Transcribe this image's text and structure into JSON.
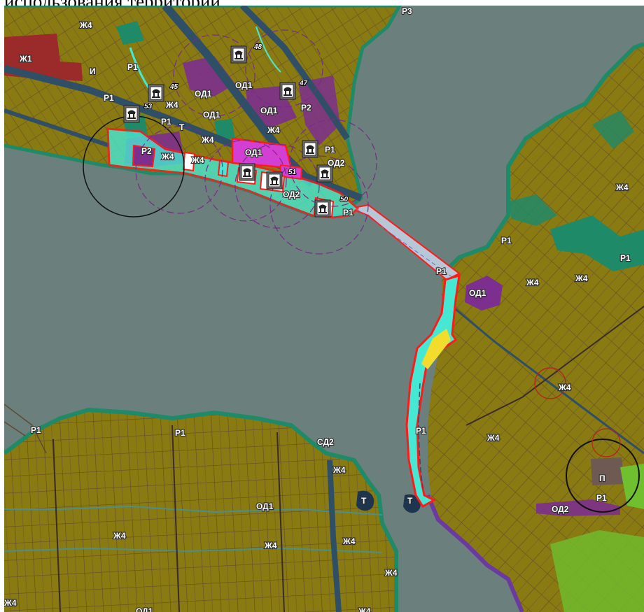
{
  "caption": "использования территории.",
  "zone_labels": [
    "Ж4",
    "Ж1",
    "И",
    "Р1",
    "Р2",
    "Р3",
    "ОД1",
    "ОД2",
    "Т",
    "П",
    "СД2"
  ],
  "monument_numbers": [
    "45",
    "47",
    "48",
    "53",
    "51",
    "50"
  ],
  "colors": {
    "water": "#6b7f7c",
    "residential_zh4": "#8a7a12",
    "public_od1": "#7c2f8e",
    "highlight_od1": "#d43fd3",
    "recreation_p1": "#1f8a68",
    "residential_zh1": "#9b2b2b",
    "aqua_project": "#46e8d4",
    "project_yellow": "#f2dc2c",
    "boundary_red": "#ff1a1a",
    "road_dark": "#2f4f66",
    "street_lines": "#5e4a30"
  }
}
